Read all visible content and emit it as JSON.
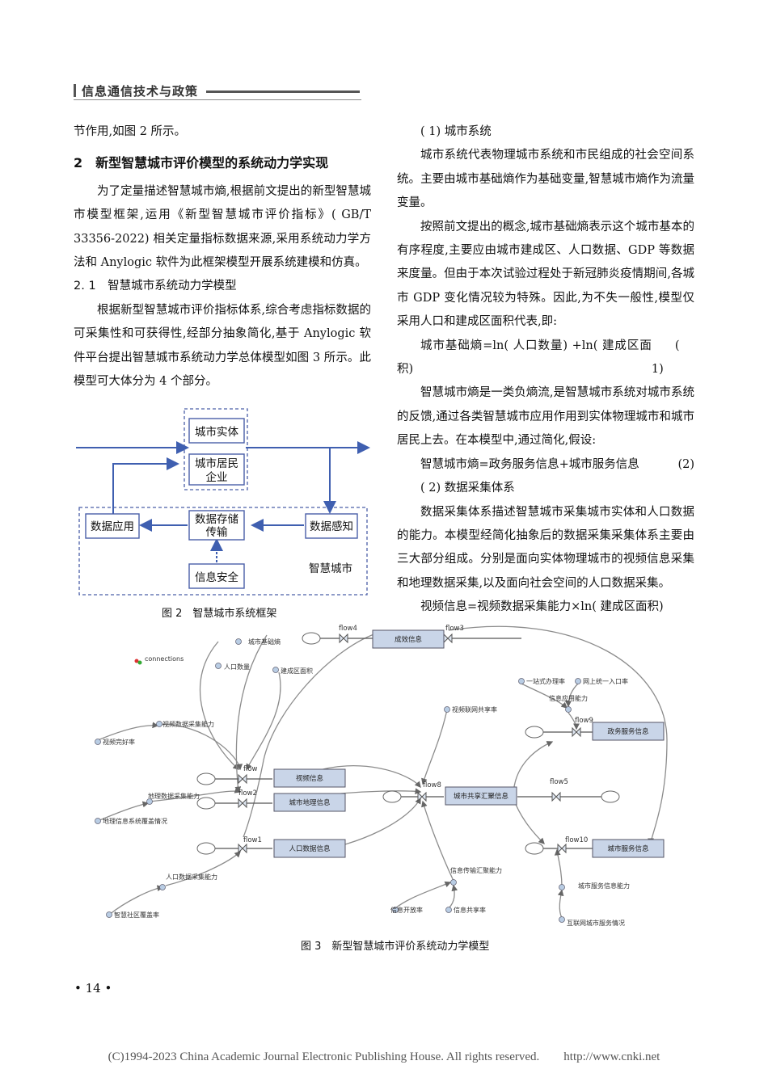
{
  "header": {
    "journal": "信息通信技术与政策"
  },
  "left_column": {
    "p0": "节作用,如图 2 所示。",
    "section": "2　新型智慧城市评价模型的系统动力学实现",
    "p1": "为了定量描述智慧城市熵,根据前文提出的新型智慧城市模型框架,运用《新型智慧城市评价指标》( GB/T 33356-2022) 相关定量指标数据来源,采用系统动力学方法和 Anylogic 软件为此框架模型开展系统建模和仿真。",
    "subsection": "2. 1　智慧城市系统动力学模型",
    "p2": "根据新型智慧城市评价指标体系,综合考虑指标数据的可采集性和可获得性,经部分抽象简化,基于 Anylogic 软件平台提出智慧城市系统动力学总体模型如图 3 所示。此模型可大体分为 4 个部分。"
  },
  "right_column": {
    "s1": "( 1) 城市系统",
    "p1": "城市系统代表物理城市系统和市民组成的社会空间系统。主要由城市基础熵作为基础变量,智慧城市熵作为流量变量。",
    "p2": "按照前文提出的概念,城市基础熵表示这个城市基本的有序程度,主要应由城市建成区、人口数据、GDP 等数据来度量。但由于本次试验过程处于新冠肺炎疫情期间,各城市 GDP 变化情况较为特殊。因此,为不失一般性,模型仅采用人口和建成区面积代表,即:",
    "eq1": "城市基础熵=ln( 人口数量) +ln( 建成区面积)",
    "eq1_no": "( 1)",
    "p3": "智慧城市熵是一类负熵流,是智慧城市系统对城市系统的反馈,通过各类智慧城市应用作用到实体物理城市和城市居民上去。在本模型中,通过简化,假设:",
    "eq2": "智慧城市熵=政务服务信息+城市服务信息",
    "eq2_no": "(2)",
    "s2": "( 2) 数据采集体系",
    "p4": "数据采集体系描述智慧城市采集城市实体和人口数据的能力。本模型经简化抽象后的数据采集采集体系主要由三大部分组成。分别是面向实体物理城市的视频信息采集和地理数据采集,以及面向社会空间的人口数据采集。",
    "eq3": "视频信息=视频数据采集能力×ln( 建成区面积)"
  },
  "figure2": {
    "caption": "图 2　智慧城市系统框架",
    "boxes": {
      "city_entity": "城市实体",
      "residents_l1": "城市居民",
      "residents_l2": "企业",
      "data_app": "数据应用",
      "storage_l1": "数据存储",
      "storage_l2": "传输",
      "sensing": "数据感知",
      "security": "信息安全",
      "smart_city": "智慧城市"
    }
  },
  "figure3": {
    "caption": "图 3　新型智慧城市评价系统动力学模型",
    "connections_label": "connections",
    "stocks": {
      "effect": "成效信息",
      "video": "视频信息",
      "geo": "城市地理信息",
      "pop": "人口数据信息",
      "share": "城市共享汇聚信息",
      "gov": "政务服务信息",
      "service": "城市服务信息"
    },
    "flows": {
      "flow4": "flow4",
      "flow3": "flow3",
      "flow": "flow",
      "flow2": "flow2",
      "flow1": "flow1",
      "flow8": "flow8",
      "flow5": "flow5",
      "flow9": "flow9",
      "flow10": "flow10"
    },
    "vars": {
      "base_entropy": "城市基础熵",
      "population": "人口数量",
      "built_area": "建成区面积",
      "video_cap": "视频数据采集能力",
      "video_good": "视频完好率",
      "geo_cap": "地理数据采集能力",
      "geo_cover": "地理信息系统覆盖情况",
      "pop_cap": "人口数据采集能力",
      "community": "智慧社区覆盖率",
      "video_share": "视频联网共享率",
      "transfer_cap": "信息传输汇聚能力",
      "open_rate": "信息开放率",
      "share_rate": "信息共享率",
      "one_stop": "一站式办理率",
      "online_one": "网上统一入口率",
      "app_cap": "信息应用能力",
      "service_cap": "城市服务信息能力",
      "internet_service": "互联网城市服务情况"
    }
  },
  "page_number": "• 14 •",
  "footer": "(C)1994-2023 China Academic Journal Electronic Publishing House. All rights reserved.　　http://www.cnki.net"
}
